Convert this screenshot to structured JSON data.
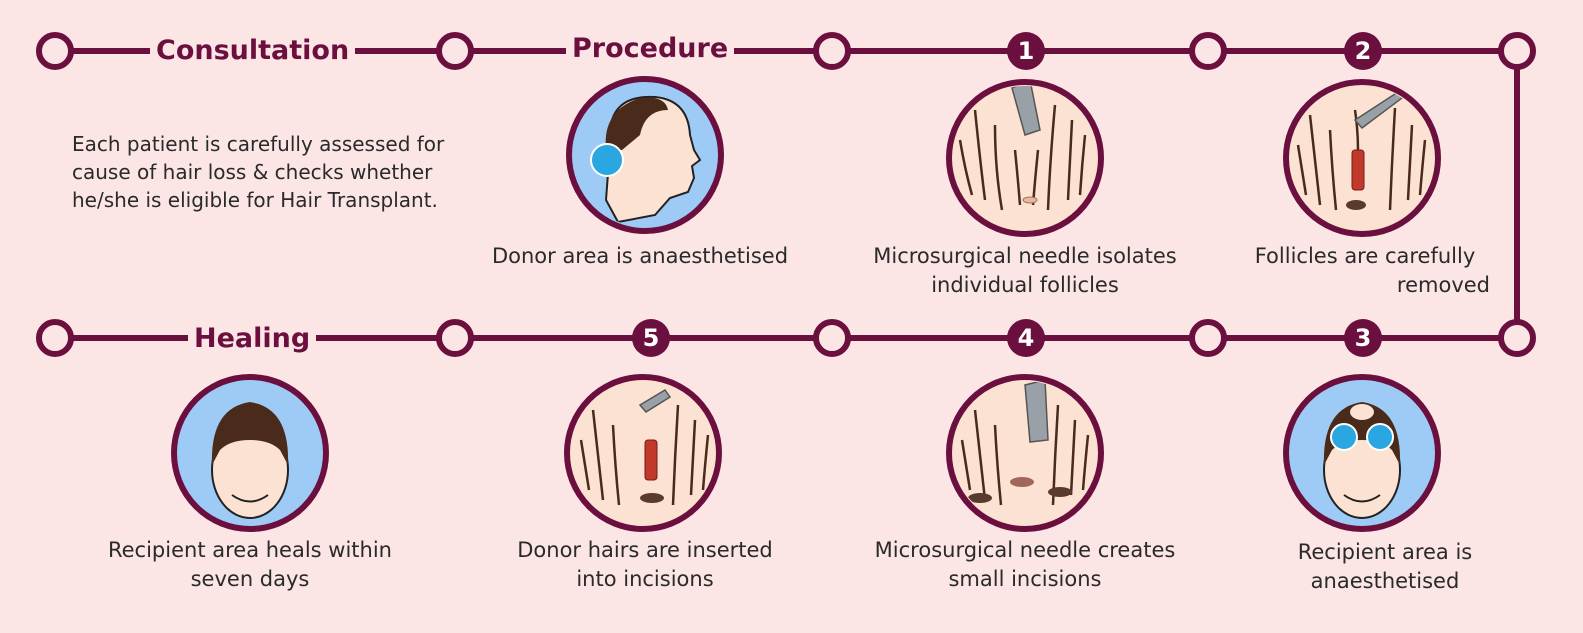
{
  "stages": {
    "consultation": "Consultation",
    "procedure": "Procedure",
    "healing": "Healing"
  },
  "consultation_text": "Each patient is carefully assessed for cause of hair loss & checks whether he/she is eligible for Hair Transplant.",
  "steps": [
    {
      "number": "1",
      "caption_line1": "Microsurgical needle isolates",
      "caption_line2": "individual follicles"
    },
    {
      "number": "2",
      "caption_line1": "Follicles are carefully",
      "caption_line2": "removed"
    },
    {
      "number": "3",
      "caption_line1": "Recipient area is",
      "caption_line2": "anaesthetised"
    },
    {
      "number": "4",
      "caption_line1": "Microsurgical needle creates",
      "caption_line2": "small incisions"
    },
    {
      "number": "5",
      "caption_line1": "Donor hairs are inserted",
      "caption_line2": "into incisions"
    }
  ],
  "donor_caption": "Donor area is anaesthetised",
  "healing_caption_line1": "Recipient area heals within",
  "healing_caption_line2": "seven days",
  "colors": {
    "accent": "#6b0f3f",
    "background": "#fbe5e5",
    "icon_bg": "#9ecbf5",
    "blue_dot": "#2aa7e0",
    "hair": "#4a2a1a"
  }
}
